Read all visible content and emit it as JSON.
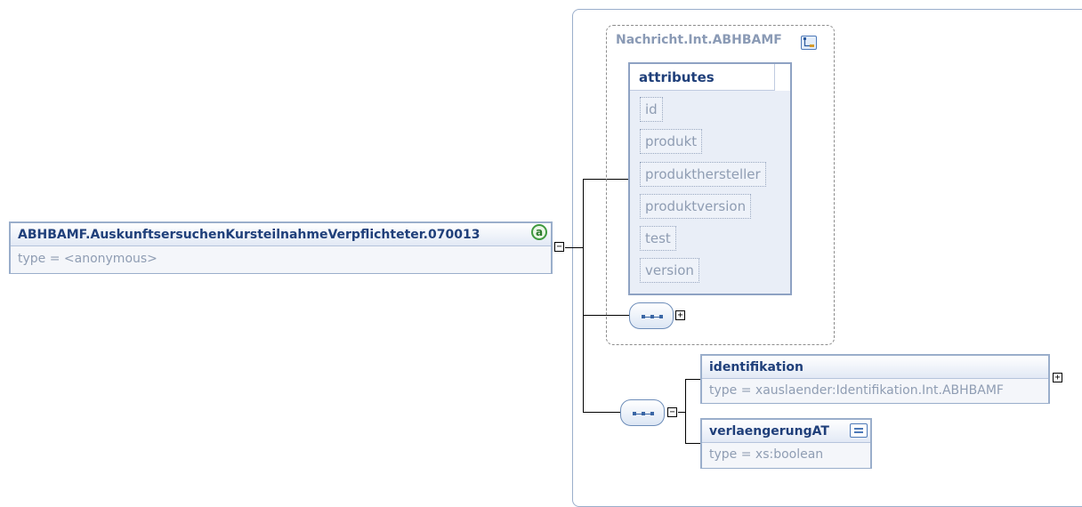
{
  "root_element": {
    "name": "ABHBAMF.AuskunftsersuchenKursteilnahmeVerpflichteter.070013",
    "type": "type = <anonymous>",
    "badge": "a"
  },
  "complex_type": {
    "name": "Nachricht.Int.ABHBAMF"
  },
  "attributes": {
    "title": "attributes",
    "items": [
      "id",
      "produkt",
      "produkthersteller",
      "produktversion",
      "test",
      "version"
    ]
  },
  "children": [
    {
      "name": "identifikation",
      "type": "type = xauslaender:Identifikation.Int.ABHBAMF"
    },
    {
      "name": "verlaengerungAT",
      "type": "type = xs:boolean"
    }
  ],
  "toggles": {
    "collapse": "−",
    "expand": "+"
  },
  "colors": {
    "border": "#9aaecb",
    "title": "#1f3f7a",
    "muted": "#8f9db3",
    "badge": "#3f9a3f"
  }
}
